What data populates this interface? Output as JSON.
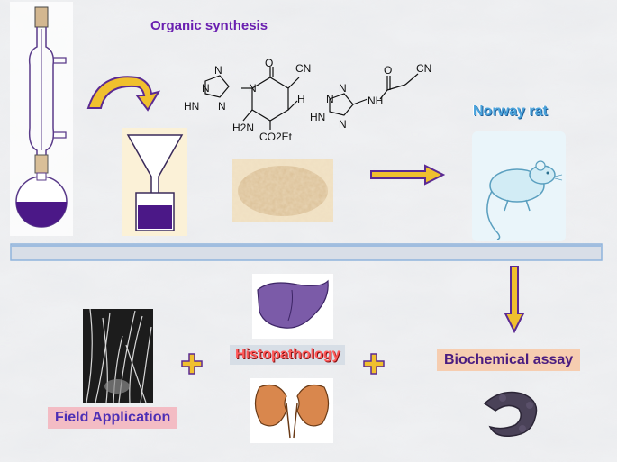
{
  "header": {
    "title": "Organic synthesis"
  },
  "labels": {
    "norway_rat": "Norway rat",
    "histopathology": "Histopathology",
    "biochemical_assay": "Biochemical assay",
    "field_application": "Field Application"
  },
  "chemistry": {
    "molecule1": {
      "oxo": "O",
      "nitrile": "CN",
      "hydrogen": "H",
      "triazole_nh": "HN",
      "triazole_n1": "N",
      "triazole_n2": "N",
      "ring_n": "N",
      "triazole_n3": "N",
      "amine": "H2N",
      "ester": "CO2Et"
    },
    "molecule2": {
      "oxo": "O",
      "nitrile": "CN",
      "triazole_hn": "HN",
      "amide_nh": "NH",
      "triazole_n1": "N",
      "triazole_n2": "N",
      "triazole_n3": "N"
    }
  },
  "operators": {
    "plus": "+"
  },
  "colors": {
    "purple_liquid": "#4b1887",
    "arrow_fill": "#f0c02e",
    "arrow_stroke": "#5b2a93",
    "organ_liver": "#7b5ba8",
    "organ_kidney": "#d9874d",
    "divider": "#8fb3dc"
  }
}
